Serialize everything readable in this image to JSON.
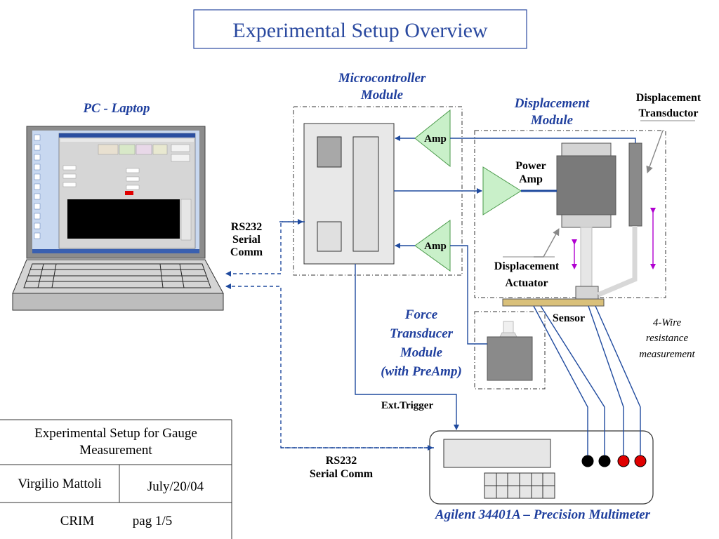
{
  "title": "Experimental Setup Overview",
  "modules": {
    "pc": "PC - Laptop",
    "micro_line1": "Microcontroller",
    "micro_line2": "Module",
    "disp_line1": "Displacement",
    "disp_line2": "Module",
    "transducer_line1": "Displacement",
    "transducer_line2": "Transductor",
    "force_line1": "Force",
    "force_line2": "Transducer",
    "force_line3": "Module",
    "force_line4": "(with PreAmp)",
    "multimeter": "Agilent 34401A – Precision Multimeter"
  },
  "labels": {
    "amp_top": "Amp",
    "amp_bottom": "Amp",
    "power_amp_line1": "Power",
    "power_amp_line2": "Amp",
    "actuator_line1": "Displacement",
    "actuator_line2": "Actuator",
    "sensor": "Sensor",
    "four_wire_line1": "4-Wire",
    "four_wire_line2": "resistance",
    "four_wire_line3": "measurement",
    "rs232_top_line1": "RS232",
    "rs232_top_line2": "Serial",
    "rs232_top_line3": "Comm",
    "rs232_bottom_line1": "RS232",
    "rs232_bottom_line2": "Serial Comm",
    "ext_trigger": "Ext.Trigger"
  },
  "info_table": {
    "title": "Experimental Setup for Gauge Measurement",
    "author": "Virgilio Mattoli",
    "date": "July/20/04",
    "org": "CRIM",
    "page": "pag 1/5"
  },
  "colors": {
    "title_border": "#2b4aa0",
    "blue_text": "#1f3f9e",
    "line_blue": "#1f4a9e",
    "amp_fill": "#c9f0c9",
    "amp_stroke": "#4a9a4a",
    "arrow_purple": "#b000d0",
    "sensor_fill": "#d9c07a",
    "terminal_red": "#e00000"
  }
}
